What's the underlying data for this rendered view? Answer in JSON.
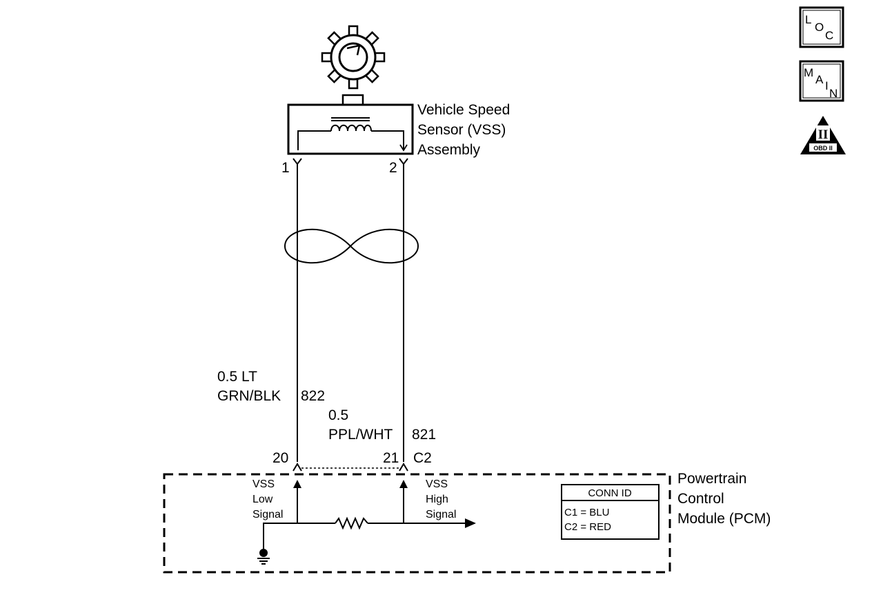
{
  "sensor": {
    "name_line1": "Vehicle Speed",
    "name_line2": "Sensor (VSS)",
    "name_line3": "Assembly",
    "pin1": "1",
    "pin2": "2"
  },
  "wires": {
    "low": {
      "gauge": "0.5 LT",
      "color": "GRN/BLK",
      "circuit": "822"
    },
    "high": {
      "gauge": "0.5",
      "color": "PPL/WHT",
      "circuit": "821"
    }
  },
  "pcm": {
    "pin_low": "20",
    "pin_high": "21",
    "connector": "C2",
    "name_line1": "Powertrain",
    "name_line2": "Control",
    "name_line3": "Module (PCM)",
    "low_signal": [
      "VSS",
      "Low",
      "Signal"
    ],
    "high_signal": [
      "VSS",
      "High",
      "Signal"
    ]
  },
  "conn_id": {
    "title": "CONN ID",
    "rows": [
      "C1 = BLU",
      "C2 = RED"
    ]
  },
  "symbols": {
    "loc": {
      "l": "L",
      "o": "O",
      "c": "C"
    },
    "main": {
      "m": "M",
      "a": "A",
      "i": "I",
      "n": "N"
    },
    "obd": {
      "roman": "II",
      "label": "OBD II"
    }
  }
}
